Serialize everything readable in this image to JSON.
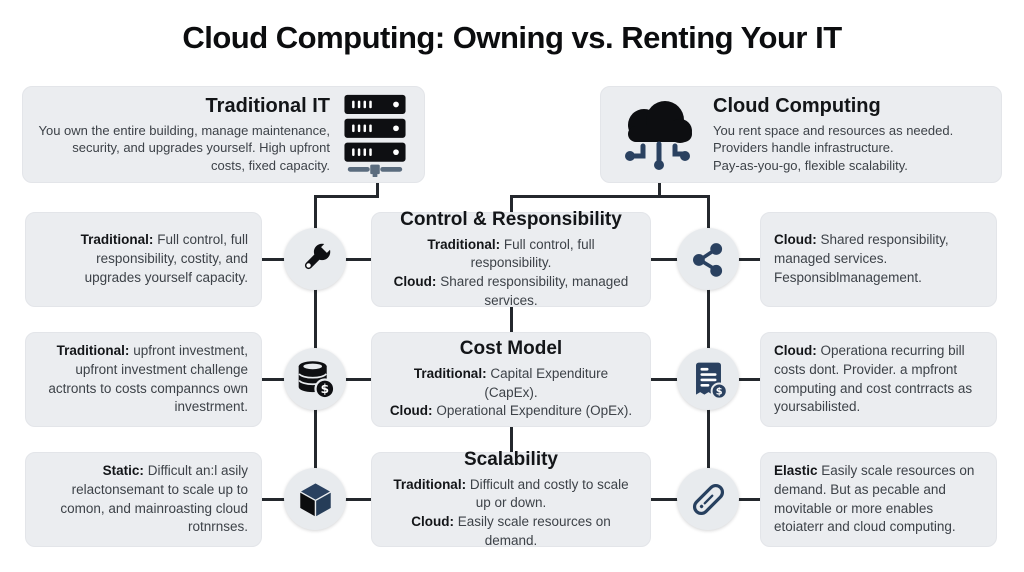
{
  "title": "Cloud Computing: Owning vs. Renting Your IT",
  "colors": {
    "box_bg": "#ebedf0",
    "circle_bg": "#e8ebee",
    "line": "#24282d",
    "black_icon": "#0e0f12",
    "navy_icon": "#2a4160",
    "server_connector": "#5b6c7e",
    "body_text": "#3d4248",
    "heading_text": "#131518"
  },
  "top_cards": {
    "traditional": {
      "title": "Traditional IT",
      "body": "You own the entire building, manage maintenance, security, and upgrades yourself. High upfront costs, fixed capacity.",
      "icon": "server-rack-icon"
    },
    "cloud": {
      "title": "Cloud Computing",
      "lines": [
        "You rent space and resources as needed.",
        "Providers handle infrastructure.",
        "Pay-as-you-go, flexible scalability."
      ],
      "icon": "cloud-network-icon"
    }
  },
  "rows": [
    {
      "left": {
        "label": "Traditional:",
        "text": "Full control, full responsibility, costity, and upgrades yourself capacity."
      },
      "left_icon": "wrench-icon",
      "center": {
        "title": "Control & Responsibility",
        "items": [
          {
            "label": "Traditional:",
            "text": "Full control, full responsibility."
          },
          {
            "label": "Cloud:",
            "text": "Shared responsibility, managed services."
          }
        ]
      },
      "right_icon": "share-icon",
      "right": {
        "label": "Cloud:",
        "text": "Shared responsibility, managed services. Fesponsiblmanagement."
      }
    },
    {
      "left": {
        "label": "Traditional:",
        "text": "upfront investment, upfront investment challenge actronts to costs companncs own investrment."
      },
      "left_icon": "coins-icon",
      "center": {
        "title": "Cost Model",
        "items": [
          {
            "label": "Traditional:",
            "text": "Capital Expenditure (CapEx)."
          },
          {
            "label": "Cloud:",
            "text": "Operational Expenditure (OpEx)."
          }
        ]
      },
      "right_icon": "invoice-icon",
      "right": {
        "label": "Cloud:",
        "text": "Operationa recurring bill costs dont. Provider. a mpfront computing and cost contrracts as yoursabilisted."
      }
    },
    {
      "left": {
        "label": "Static:",
        "text": "Difficult an:l asily relactonsemant to scale up to comon, and mainroasting cloud rotnrnses."
      },
      "left_icon": "cube-icon",
      "center": {
        "title": "Scalability",
        "items": [
          {
            "label": "Traditional:",
            "text": "Difficult and costly to scale up or down."
          },
          {
            "label": "Cloud:",
            "text": "Easily scale resources on demand."
          }
        ]
      },
      "right_icon": "stretch-icon",
      "right": {
        "label": "Elastic",
        "text": "Easily scale resources on demand. But as pecable and movitable or more enables etoiaterr and cloud computing."
      }
    }
  ]
}
